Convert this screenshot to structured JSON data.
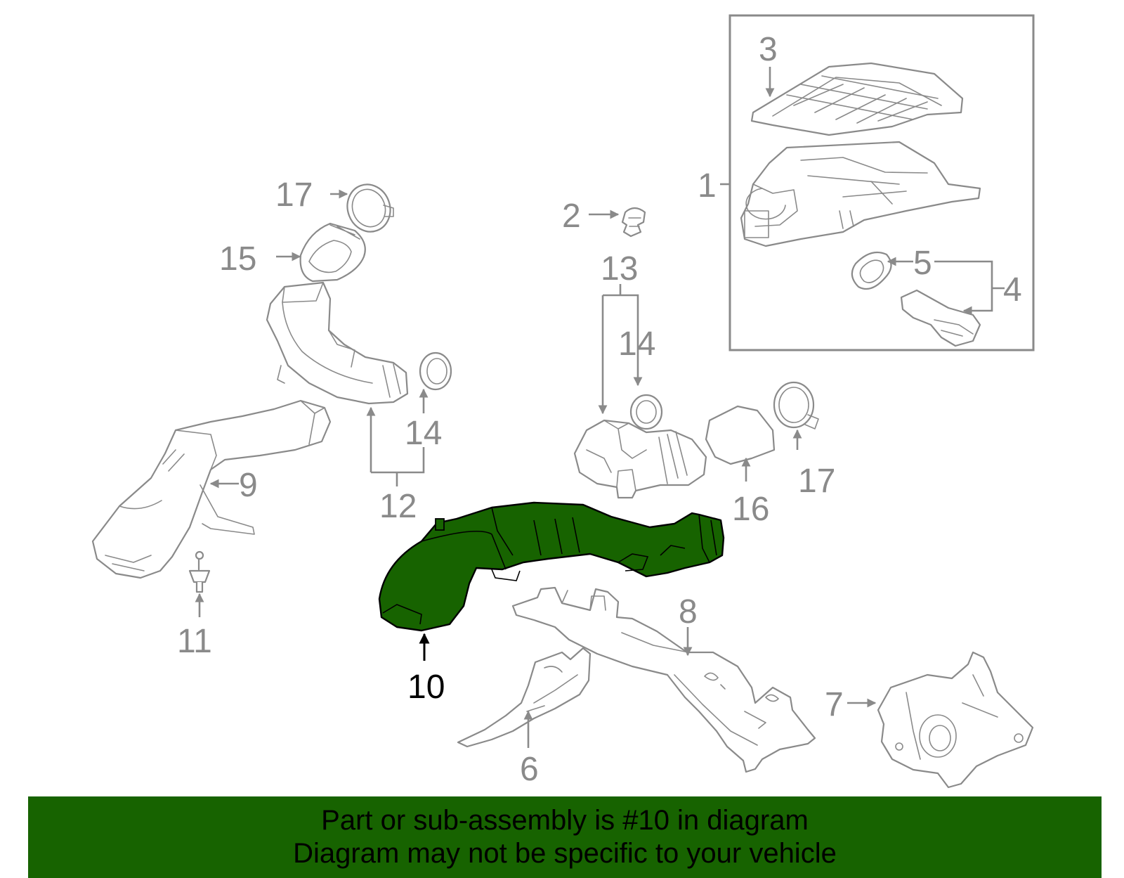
{
  "highlight_color": "#176300",
  "line_color": "#8a8a8a",
  "callouts": {
    "c1": "1",
    "c2": "2",
    "c3": "3",
    "c4": "4",
    "c5": "5",
    "c6": "6",
    "c7": "7",
    "c8": "8",
    "c9": "9",
    "c10": "10",
    "c11": "11",
    "c12": "12",
    "c13": "13",
    "c14a": "14",
    "c14b": "14",
    "c15": "15",
    "c16": "16",
    "c17a": "17",
    "c17b": "17"
  },
  "highlighted_part": "10",
  "banner": {
    "line1": "Part or sub-assembly is #10 in diagram",
    "line2": "Diagram may not be specific to your vehicle"
  }
}
